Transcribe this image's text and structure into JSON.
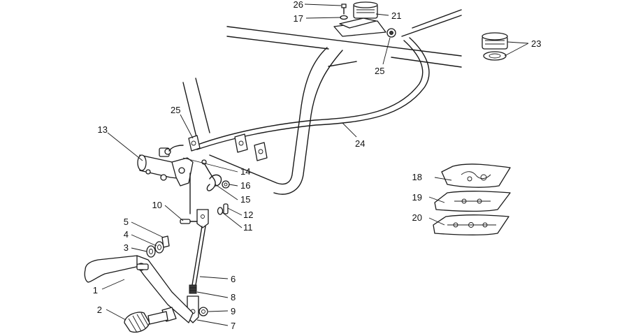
{
  "callouts": {
    "c1": "1",
    "c2": "2",
    "c3": "3",
    "c4": "4",
    "c5": "5",
    "c6": "6",
    "c7": "7",
    "c8": "8",
    "c9": "9",
    "c10": "10",
    "c11": "11",
    "c12": "12",
    "c13": "13",
    "c14": "14",
    "c15": "15",
    "c16": "16",
    "c17": "17",
    "c18": "18",
    "c19": "19",
    "c20": "20",
    "c21": "21",
    "c23": "23",
    "c24": "24",
    "c25a": "25",
    "c25b": "25",
    "c26": "26"
  }
}
